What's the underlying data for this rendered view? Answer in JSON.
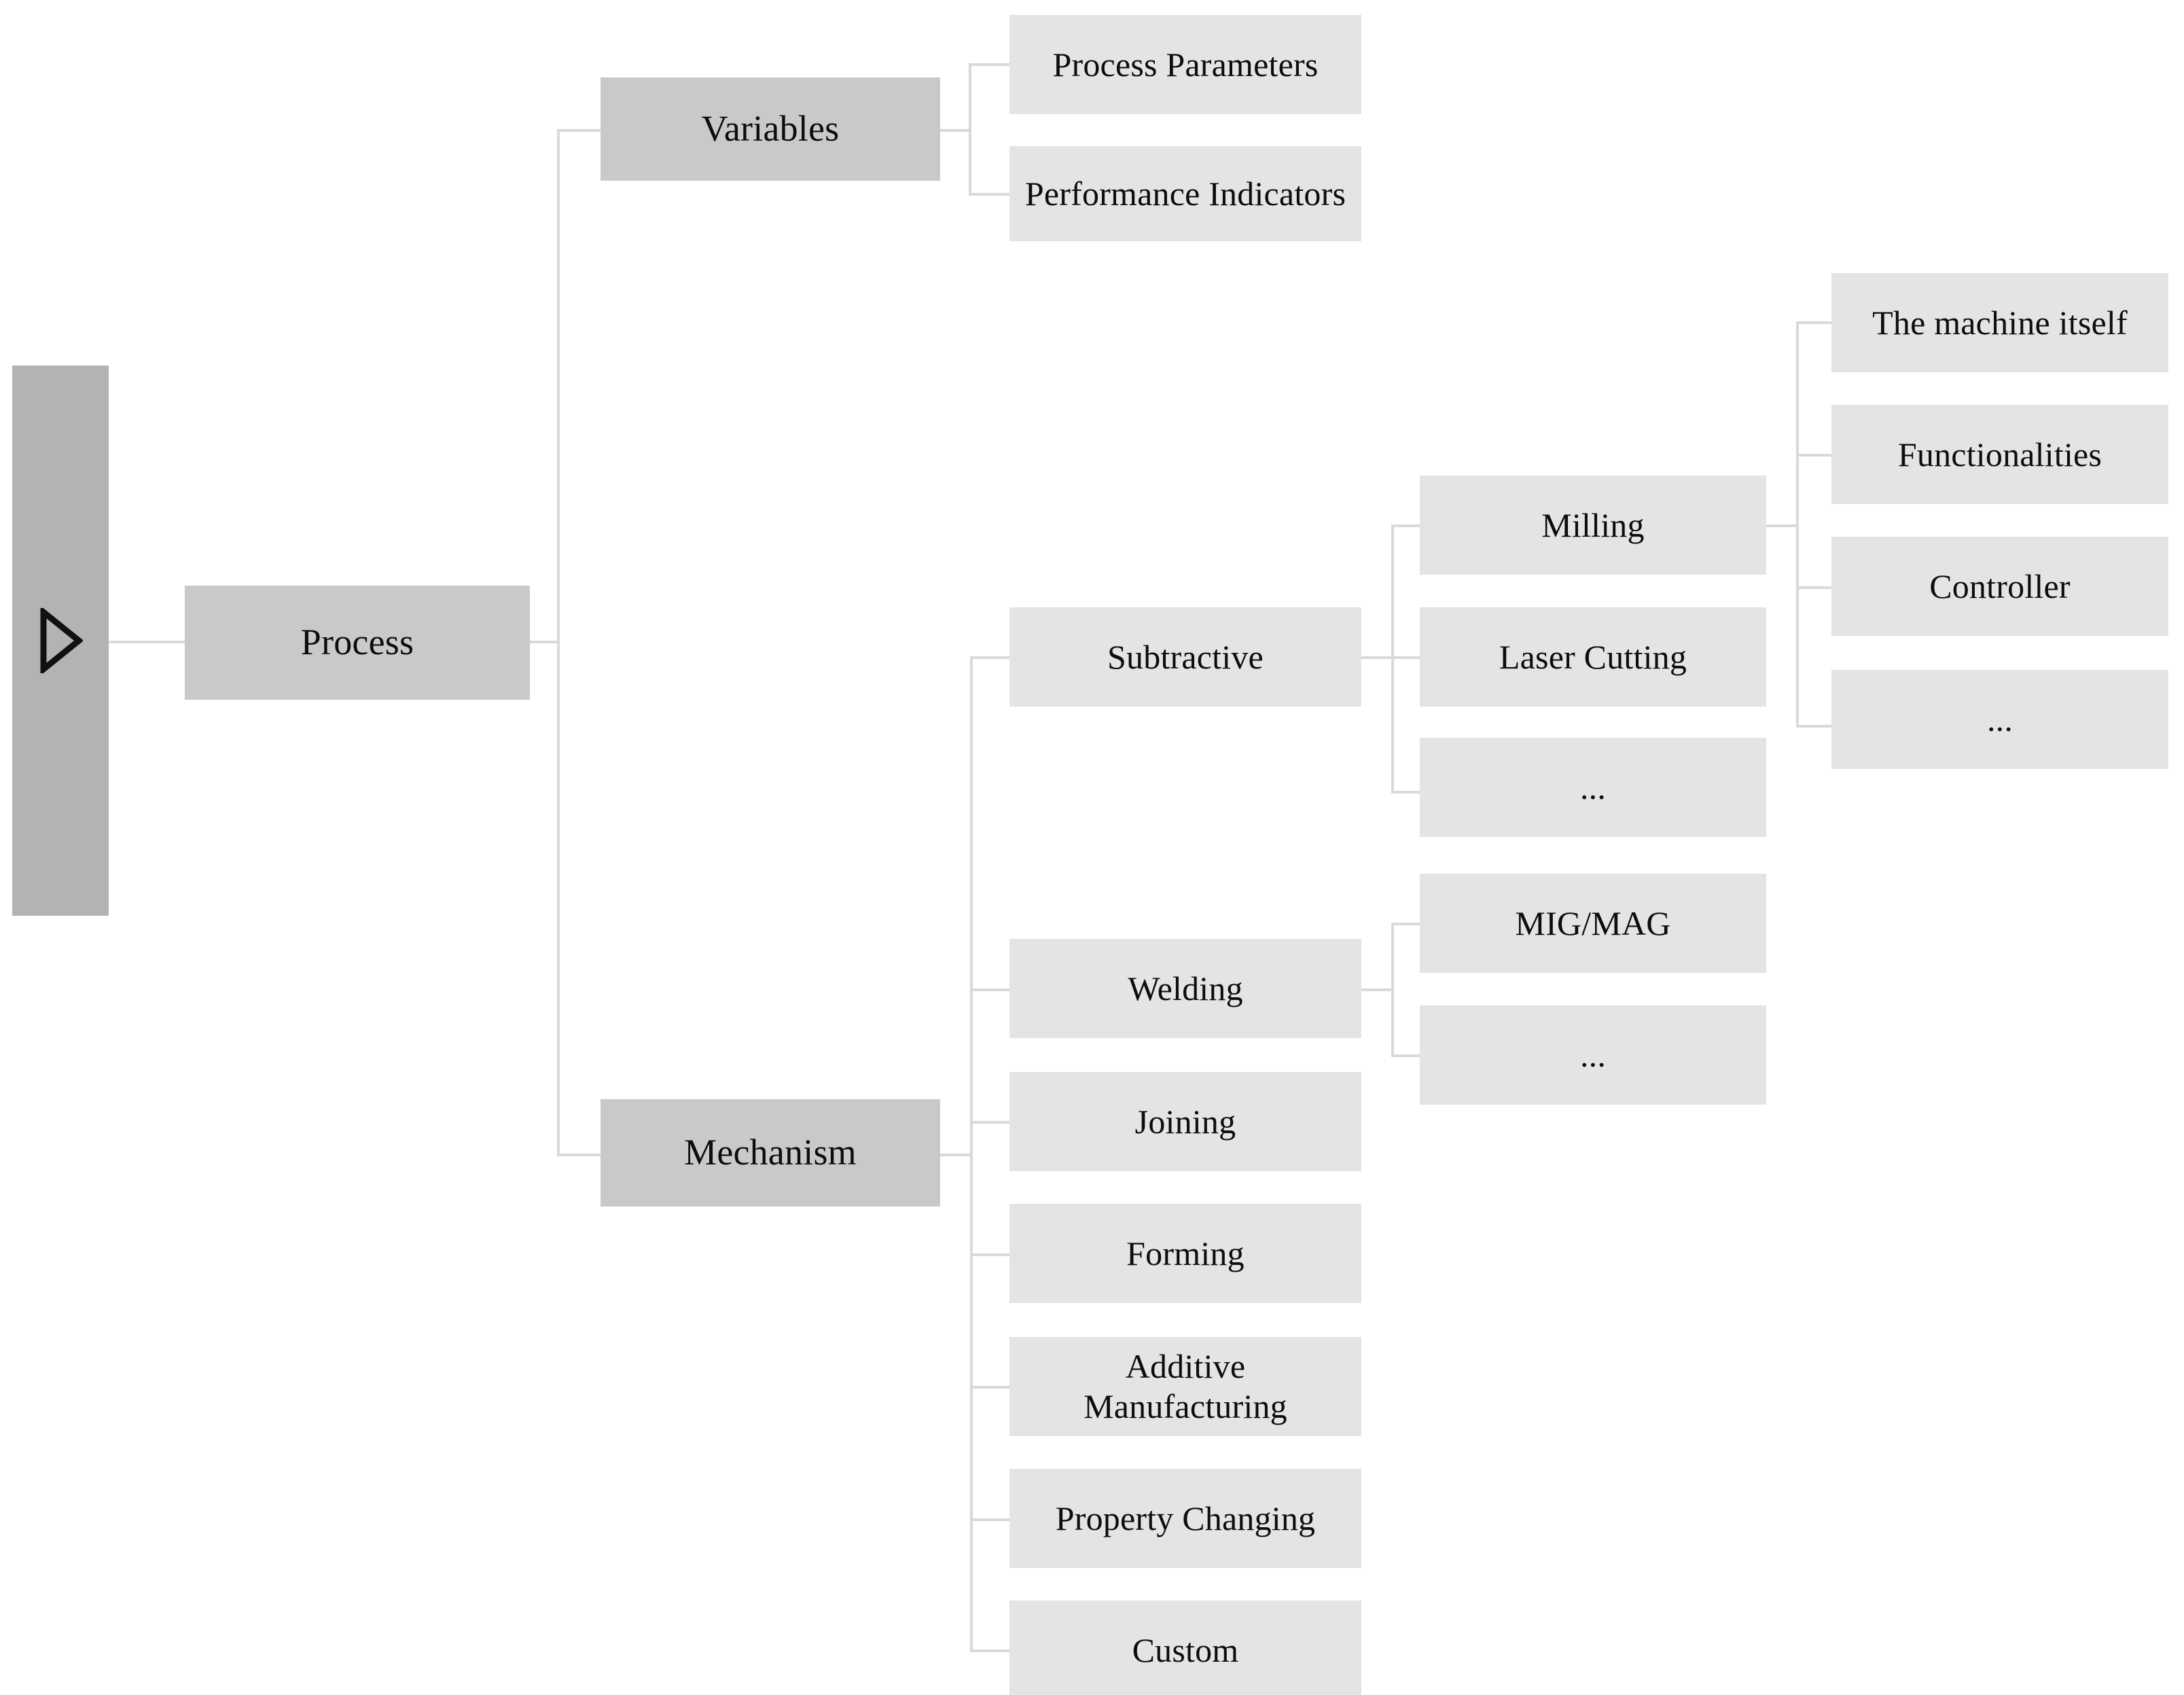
{
  "diagram": {
    "type": "tree",
    "orientation": "left-to-right",
    "colors": {
      "root_fill": "#b3b3b3",
      "level1_fill": "#c9c9c9",
      "level2_fill": "#e4e4e4",
      "connector": "#d9d9d9",
      "text": "#0d0d0d",
      "background": "#ffffff"
    },
    "root": {
      "icon": "triangle-right-outline-icon",
      "label": ""
    },
    "nodes": {
      "process": "Process",
      "variables": "Variables",
      "process_parameters": "Process Parameters",
      "performance_indicators": "Performance Indicators",
      "mechanism": "Mechanism",
      "subtractive": "Subtractive",
      "milling": "Milling",
      "laser_cutting": "Laser Cutting",
      "subtractive_more": "...",
      "machine_itself": "The machine itself",
      "functionalities": "Functionalities",
      "controller": "Controller",
      "milling_more": "...",
      "welding": "Welding",
      "mig_mag": "MIG/MAG",
      "welding_more": "...",
      "joining": "Joining",
      "forming": "Forming",
      "additive_manufacturing": "Additive\nManufacturing",
      "additive_manufacturing_line1": "Additive",
      "additive_manufacturing_line2": "Manufacturing",
      "property_changing": "Property Changing",
      "custom": "Custom"
    },
    "hierarchy": [
      {
        "label": "Process",
        "children": [
          {
            "label": "Variables",
            "children": [
              {
                "label": "Process Parameters",
                "children": []
              },
              {
                "label": "Performance Indicators",
                "children": []
              }
            ]
          },
          {
            "label": "Mechanism",
            "children": [
              {
                "label": "Subtractive",
                "children": [
                  {
                    "label": "Milling",
                    "children": [
                      {
                        "label": "The machine itself",
                        "children": []
                      },
                      {
                        "label": "Functionalities",
                        "children": []
                      },
                      {
                        "label": "Controller",
                        "children": []
                      },
                      {
                        "label": "...",
                        "children": []
                      }
                    ]
                  },
                  {
                    "label": "Laser Cutting",
                    "children": []
                  },
                  {
                    "label": "...",
                    "children": []
                  }
                ]
              },
              {
                "label": "Welding",
                "children": [
                  {
                    "label": "MIG/MAG",
                    "children": []
                  },
                  {
                    "label": "...",
                    "children": []
                  }
                ]
              },
              {
                "label": "Joining",
                "children": []
              },
              {
                "label": "Forming",
                "children": []
              },
              {
                "label": "Additive Manufacturing",
                "children": []
              },
              {
                "label": "Property Changing",
                "children": []
              },
              {
                "label": "Custom",
                "children": []
              }
            ]
          }
        ]
      }
    ]
  }
}
